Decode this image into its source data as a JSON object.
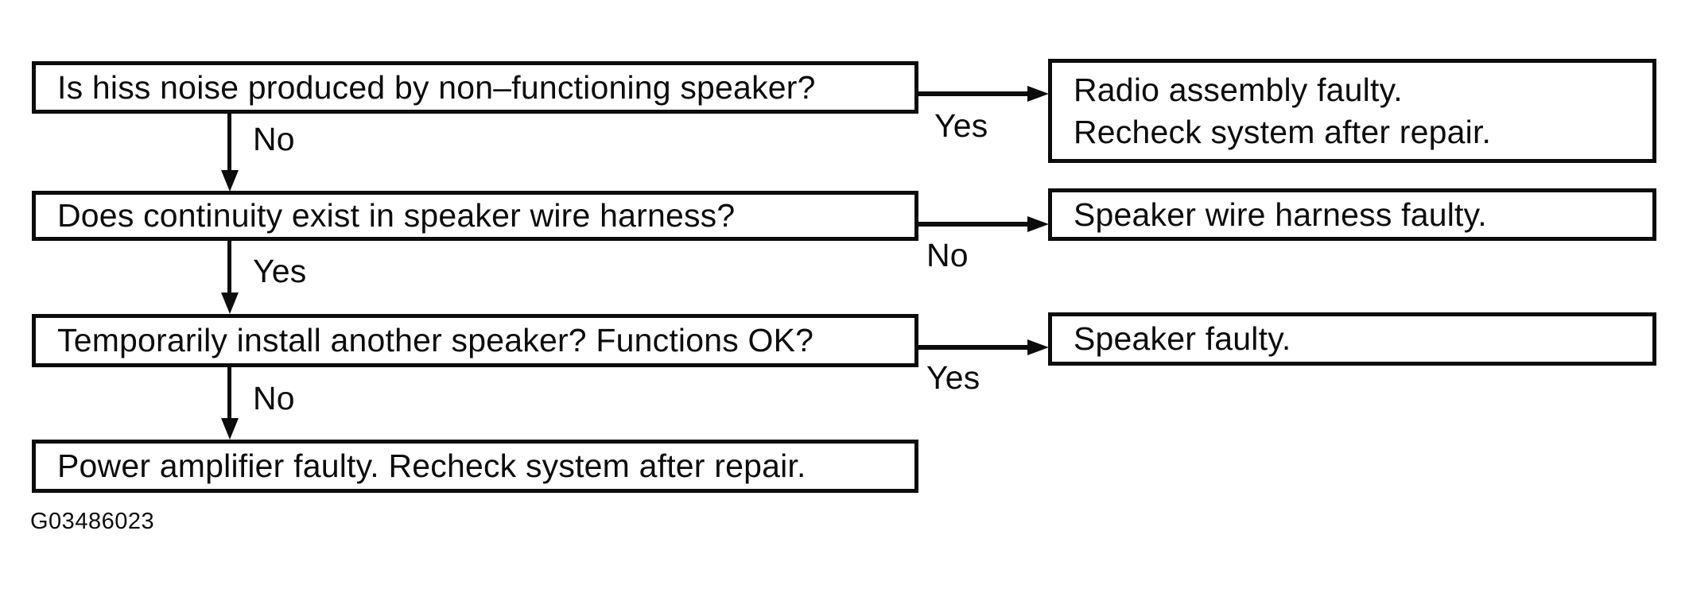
{
  "figure": {
    "code": "G03486023",
    "ink_color": "#0c0c0c",
    "background_color": "#ffffff"
  },
  "flow": {
    "steps": [
      {
        "text": "Is hiss noise produced by non–functioning speaker?",
        "right_label": "Yes",
        "down_label": "No",
        "result": {
          "lines": [
            "Radio assembly faulty.",
            "Recheck system after repair."
          ]
        }
      },
      {
        "text": "Does continuity exist in speaker wire harness?",
        "right_label": "No",
        "down_label": "Yes",
        "result": {
          "lines": [
            "Speaker wire harness faulty."
          ]
        }
      },
      {
        "text": "Temporarily install another speaker? Functions OK?",
        "right_label": "Yes",
        "down_label": "No",
        "result": {
          "lines": [
            "Speaker faulty."
          ]
        }
      },
      {
        "text": "Power amplifier faulty. Recheck system after repair."
      }
    ]
  }
}
